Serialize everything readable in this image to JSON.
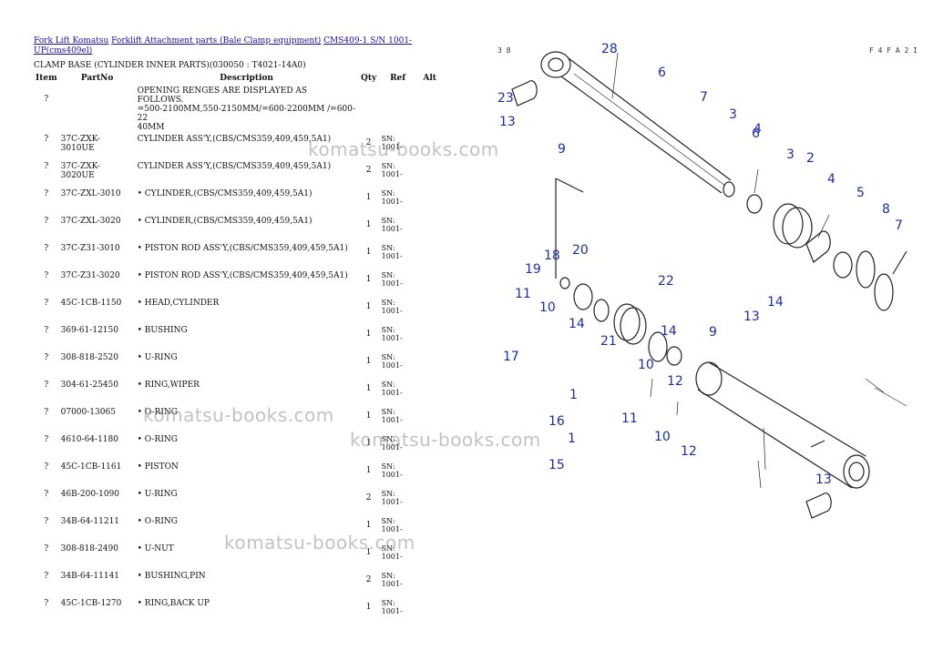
{
  "breadcrumb": {
    "link1": "Fork Lift Komatsu",
    "link2": "Forklift Attachment parts (Bale Clamp equipment)",
    "link3": "CMS409-1 S/N 1001-UP(cms409el)"
  },
  "subtitle": "CLAMP BASE (CYLINDER INNER PARTS)(030050 : T4021-14A0)",
  "table": {
    "headers": {
      "item": "Item",
      "partno": "PartNo",
      "description": "Description",
      "qty": "Qty",
      "ref": "Ref",
      "alt": "Alt"
    },
    "note": {
      "item": "?",
      "line1": "OPENING RENGES ARE DISPLAYED AS FOLLOWS.",
      "line2": "=500-2100MM,550-2150MM/=600-2200MM /=600-22",
      "line3": "40MM"
    },
    "rows": [
      {
        "item": "?",
        "partno": "37C-ZXK-3010UE",
        "description": "CYLINDER ASS'Y,(CBS/CMS359,409,459,5A1)",
        "qty": "2",
        "ref1": "SN:",
        "ref2": "1001-"
      },
      {
        "item": "?",
        "partno": "37C-ZXK-3020UE",
        "description": "CYLINDER ASS'Y,(CBS/CMS359,409,459,5A1)",
        "qty": "2",
        "ref1": "SN:",
        "ref2": "1001-"
      },
      {
        "item": "?",
        "partno": "37C-ZXL-3010",
        "description": "• CYLINDER,(CBS/CMS359,409,459,5A1)",
        "qty": "1",
        "ref1": "SN:",
        "ref2": "1001-"
      },
      {
        "item": "?",
        "partno": "37C-ZXL-3020",
        "description": "• CYLINDER,(CBS/CMS359,409,459,5A1)",
        "qty": "1",
        "ref1": "SN:",
        "ref2": "1001-"
      },
      {
        "item": "?",
        "partno": "37C-Z31-3010",
        "description": "• PISTON ROD ASS'Y,(CBS/CMS359,409,459,5A1)",
        "qty": "1",
        "ref1": "SN:",
        "ref2": "1001-"
      },
      {
        "item": "?",
        "partno": "37C-Z31-3020",
        "description": "• PISTON ROD ASS'Y,(CBS/CMS359,409,459,5A1)",
        "qty": "1",
        "ref1": "SN:",
        "ref2": "1001-"
      },
      {
        "item": "?",
        "partno": "45C-1CB-1150",
        "description": "• HEAD,CYLINDER",
        "qty": "1",
        "ref1": "SN:",
        "ref2": "1001-"
      },
      {
        "item": "?",
        "partno": "369-61-12150",
        "description": "• BUSHING",
        "qty": "1",
        "ref1": "SN:",
        "ref2": "1001-"
      },
      {
        "item": "?",
        "partno": "308-818-2520",
        "description": "• U-RING",
        "qty": "1",
        "ref1": "SN:",
        "ref2": "1001-"
      },
      {
        "item": "?",
        "partno": "304-61-25450",
        "description": "• RING,WIPER",
        "qty": "1",
        "ref1": "SN:",
        "ref2": "1001-"
      },
      {
        "item": "?",
        "partno": "07000-13065",
        "description": "• O-RING",
        "qty": "1",
        "ref1": "SN:",
        "ref2": "1001-"
      },
      {
        "item": "?",
        "partno": "4610-64-1180",
        "description": "• O-RING",
        "qty": "1",
        "ref1": "SN:",
        "ref2": "1001-"
      },
      {
        "item": "?",
        "partno": "45C-1CB-1161",
        "description": "• PISTON",
        "qty": "1",
        "ref1": "SN:",
        "ref2": "1001-"
      },
      {
        "item": "?",
        "partno": "46B-200-1090",
        "description": "• U-RING",
        "qty": "2",
        "ref1": "SN:",
        "ref2": "1001-"
      },
      {
        "item": "?",
        "partno": "34B-64-11211",
        "description": "• O-RING",
        "qty": "1",
        "ref1": "SN:",
        "ref2": "1001-"
      },
      {
        "item": "?",
        "partno": "308-818-2490",
        "description": "• U-NUT",
        "qty": "1",
        "ref1": "SN:",
        "ref2": "1001-"
      },
      {
        "item": "?",
        "partno": "34B-64-11141",
        "description": "• BUSHING,PIN",
        "qty": "2",
        "ref1": "SN:",
        "ref2": "1001-"
      },
      {
        "item": "?",
        "partno": "45C-1CB-1270",
        "description": "• RING,BACK UP",
        "qty": "1",
        "ref1": "SN:",
        "ref2": "1001-"
      }
    ]
  },
  "watermark": "komatsu-books.com",
  "diagram": {
    "corner_left": "3 8",
    "corner_right": "F 4 F A 2 I",
    "callouts": [
      "28",
      "6",
      "7",
      "3",
      "4",
      "6",
      "3",
      "2",
      "4",
      "5",
      "8",
      "7",
      "23",
      "13",
      "9",
      "20",
      "18",
      "19",
      "22",
      "11",
      "10",
      "14",
      "14",
      "13",
      "9",
      "21",
      "14",
      "17",
      "10",
      "12",
      "1",
      "11",
      "16",
      "1",
      "10",
      "12",
      "15",
      "13"
    ]
  },
  "colors": {
    "link": "#1a0dab",
    "callout": "#1c2ea3"
  }
}
